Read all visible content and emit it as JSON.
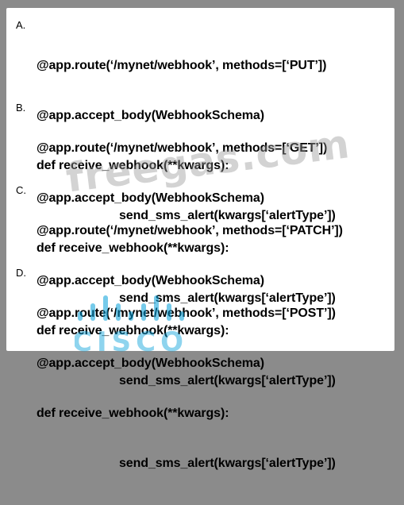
{
  "options": [
    {
      "letter": "A.",
      "lines": [
        "@app.route(‘/mynet/webhook’, methods=[‘PUT’])",
        "@app.accept_body(WebhookSchema)",
        "def receive_webhook(**kwargs):",
        "send_sms_alert(kwargs[‘alertType’])"
      ]
    },
    {
      "letter": "B.",
      "lines": [
        "@app.route(‘/mynet/webhook’, methods=[‘GET’])",
        "@app.accept_body(WebhookSchema)",
        "def receive_webhook(**kwargs):",
        "send_sms_alert(kwargs[‘alertType’])"
      ]
    },
    {
      "letter": "C.",
      "lines": [
        "@app.route(‘/mynet/webhook’, methods=[‘PATCH’])",
        "@app.accept_body(WebhookSchema)",
        "def receive_webhook(**kwargs):",
        "send_sms_alert(kwargs[‘alertType’])"
      ]
    },
    {
      "letter": "D.",
      "lines": [
        "@app.route(‘/mynet/webhook’, methods=[‘POST’])",
        "@app.accept_body(WebhookSchema)",
        "def receive_webhook(**kwargs):",
        "send_sms_alert(kwargs[‘alertType’])"
      ]
    }
  ],
  "watermark": "freegas.com",
  "logo_text": "CISCO",
  "colors": {
    "background": "#8b8b8b",
    "panel": "#ffffff",
    "text": "#000000",
    "cisco_blue": "#049fd9"
  }
}
